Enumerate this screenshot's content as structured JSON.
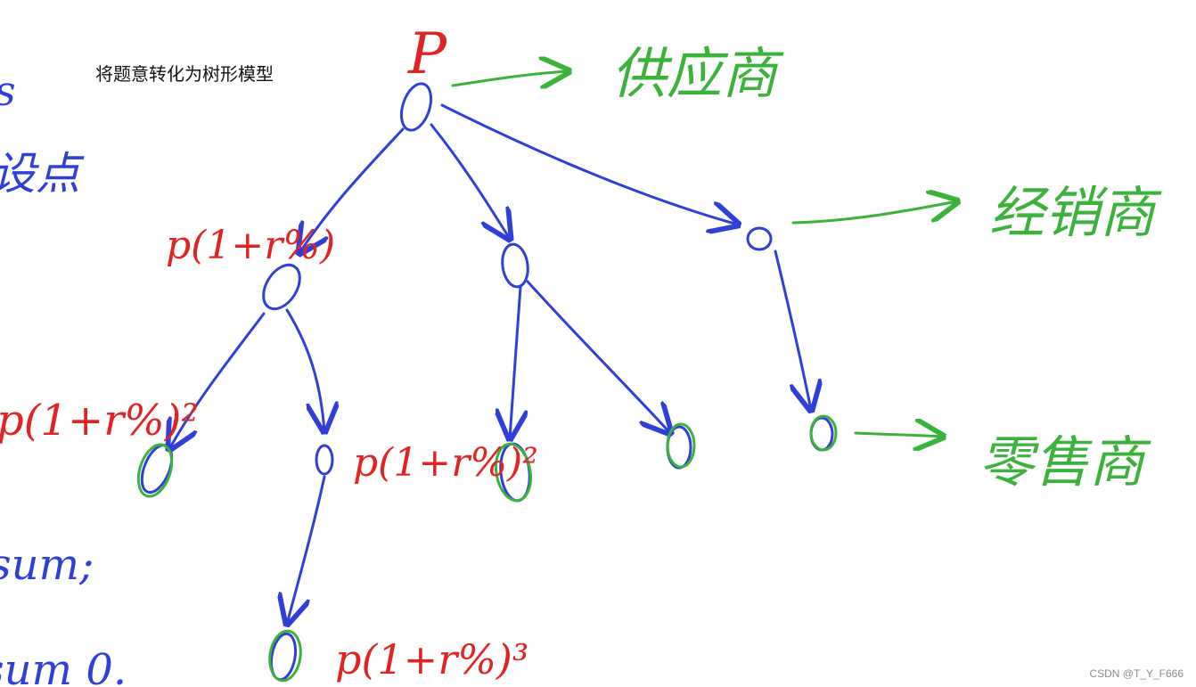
{
  "heading": "将题意转化为树形模型",
  "root_label": "P",
  "roles": {
    "supplier": "供应商",
    "distributor": "经销商",
    "retailer": "零售商"
  },
  "price_labels": {
    "level1": "p(1+r%)",
    "level2_left": "p(1+r%)²",
    "level2_mid": "p(1+r%)²",
    "level3": "p(1+r%)³"
  },
  "left_fragments": {
    "frag_a": "s",
    "frag_b": "设点",
    "frag_c": "sum;",
    "frag_d": "sum 0."
  },
  "watermark": "CSDN @T_Y_F666",
  "colors": {
    "tree": "#2f3fd8",
    "leaf": "#3bb33b",
    "price": "#e02424",
    "role": "#3bb33b"
  }
}
